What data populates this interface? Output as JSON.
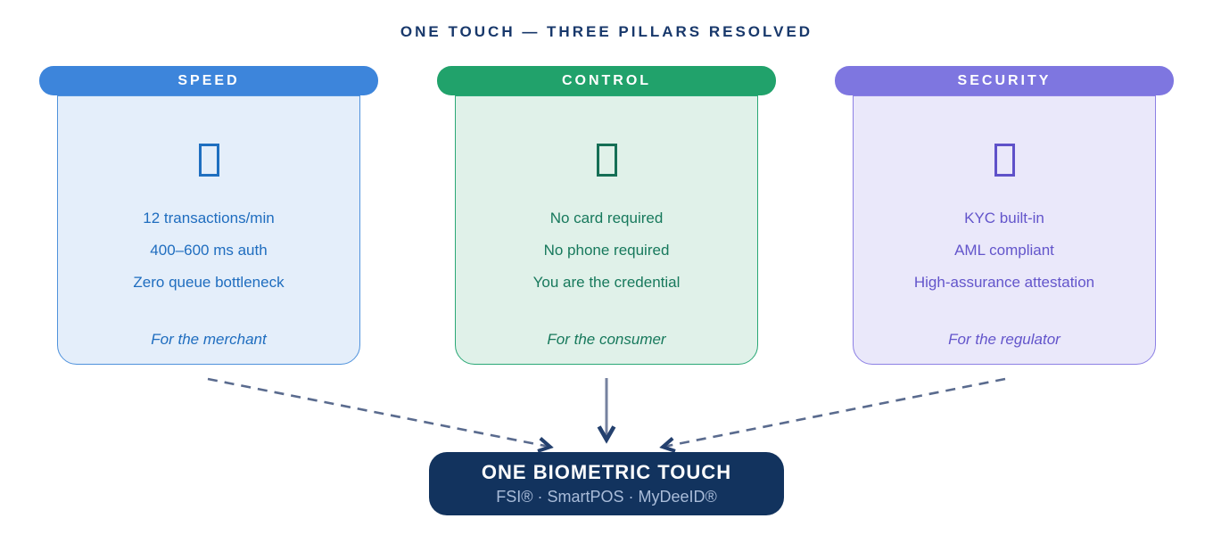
{
  "title": "ONE TOUCH — THREE PILLARS RESOLVED",
  "cards": [
    {
      "label": "SPEED",
      "icon": "missing-glyph-box",
      "lines": [
        "12 transactions/min",
        "400–600 ms auth",
        "Zero queue bottleneck"
      ],
      "footer": "For the merchant"
    },
    {
      "label": "CONTROL",
      "icon": "missing-glyph-box",
      "lines": [
        "No card required",
        "No phone required",
        "You are the credential"
      ],
      "footer": "For the consumer"
    },
    {
      "label": "SECURITY",
      "icon": "missing-glyph-box",
      "lines": [
        "KYC built-in",
        "AML compliant",
        "High-assurance attestation"
      ],
      "footer": "For the regulator"
    }
  ],
  "bottom": {
    "title": "ONE BIOMETRIC TOUCH",
    "subtitle": "FSI® · SmartPOS · MyDeeID®"
  },
  "colors": {
    "speed_accent": "#3d85db",
    "control_accent": "#21a26b",
    "security_accent": "#7e76e0",
    "navy_box": "#12335e",
    "title_text": "#18386b",
    "arrow": "#5a6b8e"
  }
}
